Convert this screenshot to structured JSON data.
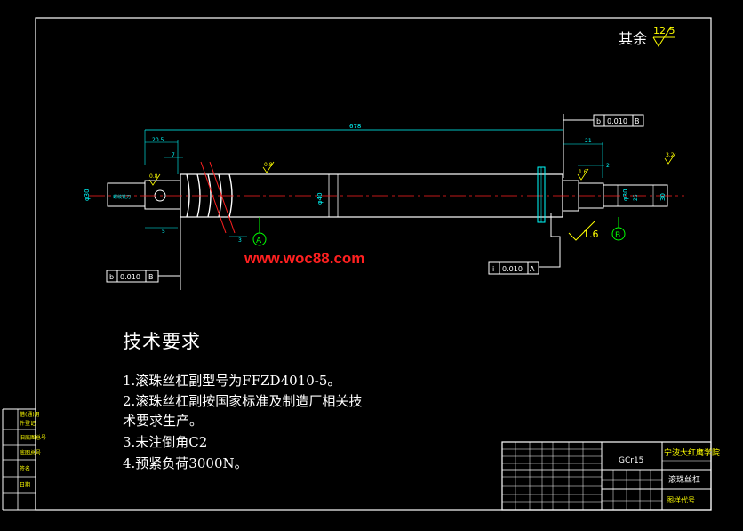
{
  "watermark": "www.woc88.com",
  "roughness_rest": {
    "label": "其余",
    "value": "12.5"
  },
  "tech": {
    "title": "技术要求",
    "lines": [
      "1.滚珠丝杠副型号为FFZD4010-5。",
      "2.滚珠丝杠副按国家标准及制造厂相关技",
      "术要求生产。",
      "3.未注倒角C2",
      "4.预紧负荷3000N。"
    ]
  },
  "dims": {
    "total_length": "678",
    "left_len": "20.5",
    "right_len": "21",
    "small_7": "7",
    "small_2": "2",
    "small_5": "5",
    "small_3": "3",
    "dia_main": "φ40",
    "dia_left": "φ30",
    "dia_right": "φ30",
    "right_30": "30",
    "right_25": "25",
    "left_note": "螺纹铣刀",
    "rough_08": "0.8",
    "rough_16": "1.6",
    "rough_16b": "1.6",
    "rough_32": "3.2"
  },
  "tolerances": {
    "top_right": {
      "sym": "b",
      "val": "0.010",
      "ref": "B"
    },
    "left": {
      "sym": "b",
      "val": "0.010",
      "ref": "B"
    },
    "middle": {
      "sym": "i",
      "val": "0.010",
      "ref": "A"
    }
  },
  "datums": {
    "a": "A",
    "b": "B"
  },
  "title_block": {
    "material": "GCr15",
    "school": "宁波大红鹰学院",
    "part_name": "滚珠丝杠",
    "drawing_no": "图样代号"
  },
  "side_labels": [
    "借(通)用",
    "件登记",
    "旧底图总号",
    "底图总号",
    "签名",
    "日期"
  ],
  "colors": {
    "frame": "#ffffff",
    "part": "#ffffff",
    "dim": "#00ffff",
    "center": "#ff2020",
    "note": "#ffff00"
  }
}
